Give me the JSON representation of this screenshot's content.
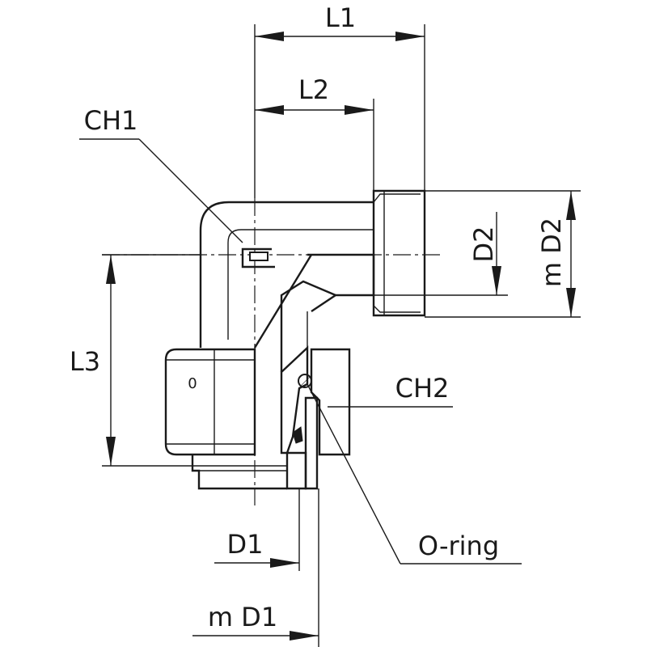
{
  "labels": {
    "L1": "L1",
    "L2": "L2",
    "L3": "L3",
    "CH1": "CH1",
    "CH2": "CH2",
    "D2": "D2",
    "mD2": "m D2",
    "D1": "D1",
    "mD1": "m D1",
    "oring": "O-ring",
    "nutMark": "0"
  }
}
